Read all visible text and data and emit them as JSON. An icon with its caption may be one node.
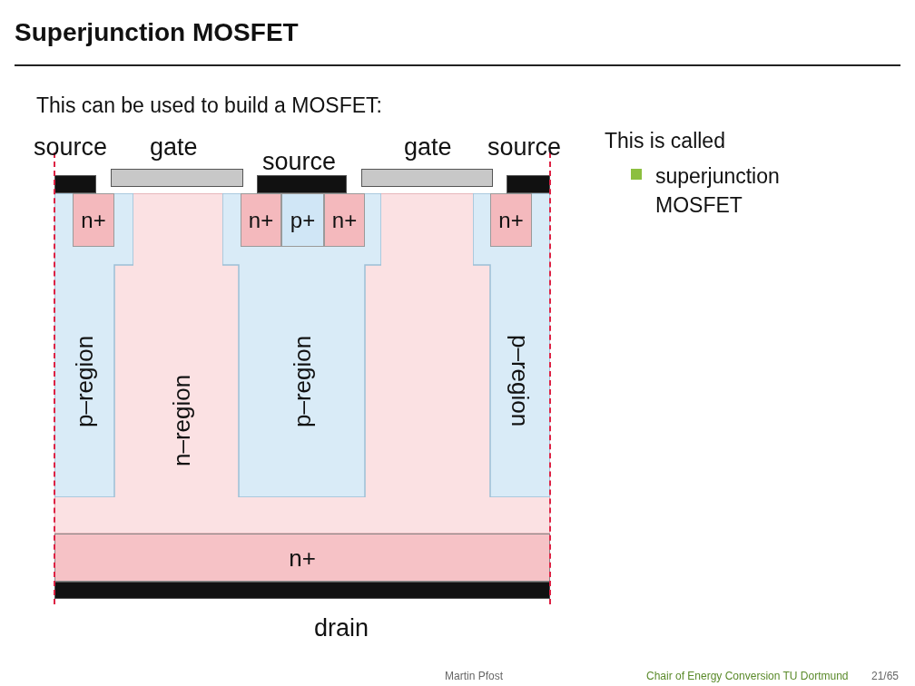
{
  "diagram": {
    "title": "Superjunction MOSFET",
    "nodes": [
      {
        "text": [
          "n–region"
        ]
      },
      {
        "text": [
          "p–region"
        ],
        "in": 0
      },
      {
        "text": [
          "n+"
        ],
        "in": 1
      },
      {
        "text": [
          "p–region"
        ],
        "in": 0
      },
      {
        "text": [
          "n+"
        ],
        "in": 3
      },
      {
        "text": [
          "p+"
        ],
        "in": 3
      },
      {
        "text": [
          "n+"
        ],
        "in": 3
      },
      {
        "text": [
          "p–region"
        ],
        "in": 0
      },
      {
        "text": [
          "n+"
        ],
        "in": 7
      },
      {
        "text": [
          "n+"
        ]
      }
    ],
    "edges": [],
    "labels": [
      "This can be used to build a MOSFET:",
      "source",
      "gate",
      "source",
      "gate",
      "source",
      "drain",
      "This is called",
      "superjunction MOSFET",
      "Martin Pfost",
      "Chair of Energy Conversion TU Dortmund",
      "21/65"
    ]
  }
}
